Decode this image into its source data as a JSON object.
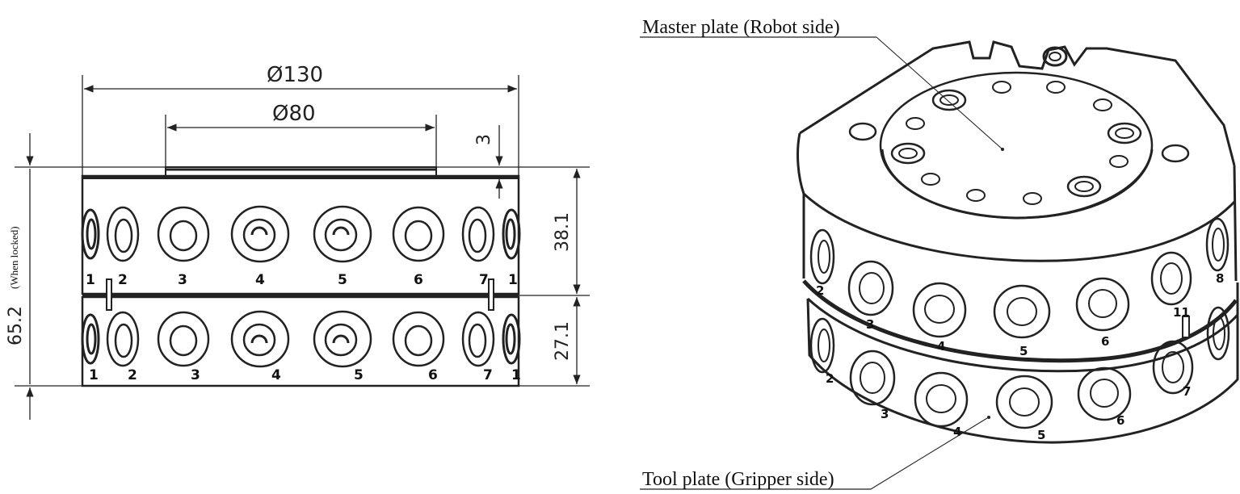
{
  "front_view": {
    "dim_outer": "Ø130",
    "dim_inner": "Ø80",
    "dim_gap": "3",
    "dim_master_height": "38.1",
    "dim_tool_height": "27.1",
    "dim_total_height": "65.2",
    "when_locked_note": "(When locked)",
    "master_port_numbers": [
      "1",
      "2",
      "3",
      "4",
      "5",
      "6",
      "7",
      "1"
    ],
    "tool_port_numbers": [
      "1",
      "2",
      "3",
      "4",
      "5",
      "6",
      "7",
      "1"
    ]
  },
  "iso_view": {
    "master_label": "Master plate (Robot side)",
    "tool_label": "Tool plate (Gripper side)",
    "master_port_numbers": [
      "2",
      "3",
      "4",
      "5",
      "6",
      "11",
      "8"
    ],
    "tool_port_numbers": [
      "2",
      "3",
      "4",
      "5",
      "6",
      "7"
    ]
  },
  "colors": {
    "line": "#222222",
    "background": "#ffffff"
  }
}
